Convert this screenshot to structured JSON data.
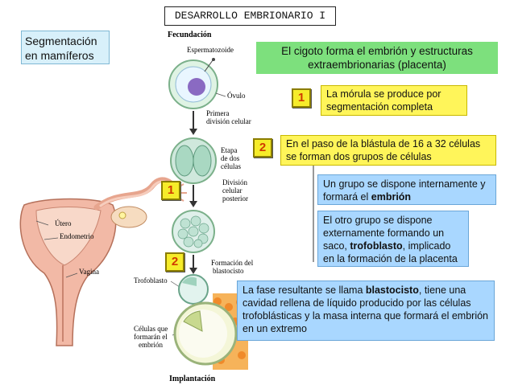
{
  "title": "DESARROLLO EMBRIONARIO I",
  "side_label": "Segmentación en mamíferos",
  "figure": {
    "stage_labels": {
      "fecundacion": "Fecundación",
      "espermatozoide": "Espermatozoide",
      "ovulo": "Óvulo",
      "primera_division": "Primera división celular",
      "etapa_dos_celulas": "Etapa de dos células",
      "division_posterior": "División celular posterior",
      "formacion_blastocisto": "Formación del blastocisto",
      "implantacion": "Implantación"
    },
    "anatomy_labels": {
      "utero": "Útero",
      "endometrio": "Endometrio",
      "vagina": "Vagina",
      "trofoblasto": "Trofoblasto",
      "celulas_embrion": "Células que formarán el embrión"
    },
    "badges": [
      "1",
      "2"
    ]
  },
  "boxes": {
    "intro": "El cigoto forma el embrión y estructuras extraembrionarias (placenta)",
    "step1_badge": "1",
    "step1": "La mórula se produce por segmentación completa",
    "step2_badge": "2",
    "step2": "En el paso de la blástula de 16 a 32 células se forman dos grupos de células",
    "group1_pre": "Un grupo se dispone internamente y formará el ",
    "group1_bold": "embrión",
    "group2_pre": "El otro grupo se dispone externamente formando un saco, ",
    "group2_bold": "trofoblasto",
    "group2_post": ", implicado en la formación de la placenta",
    "final_pre": "La fase resultante se llama ",
    "final_bold": "blastocisto",
    "final_post": ", tiene una cavidad rellena de líquido producido por las células trofoblásticas y la masa interna que formará el embrión en un extremo"
  },
  "colors": {
    "green": "#7de07d",
    "yellow": "#fff55a",
    "blue": "#a9d7ff",
    "side": "#d8f0fa"
  }
}
